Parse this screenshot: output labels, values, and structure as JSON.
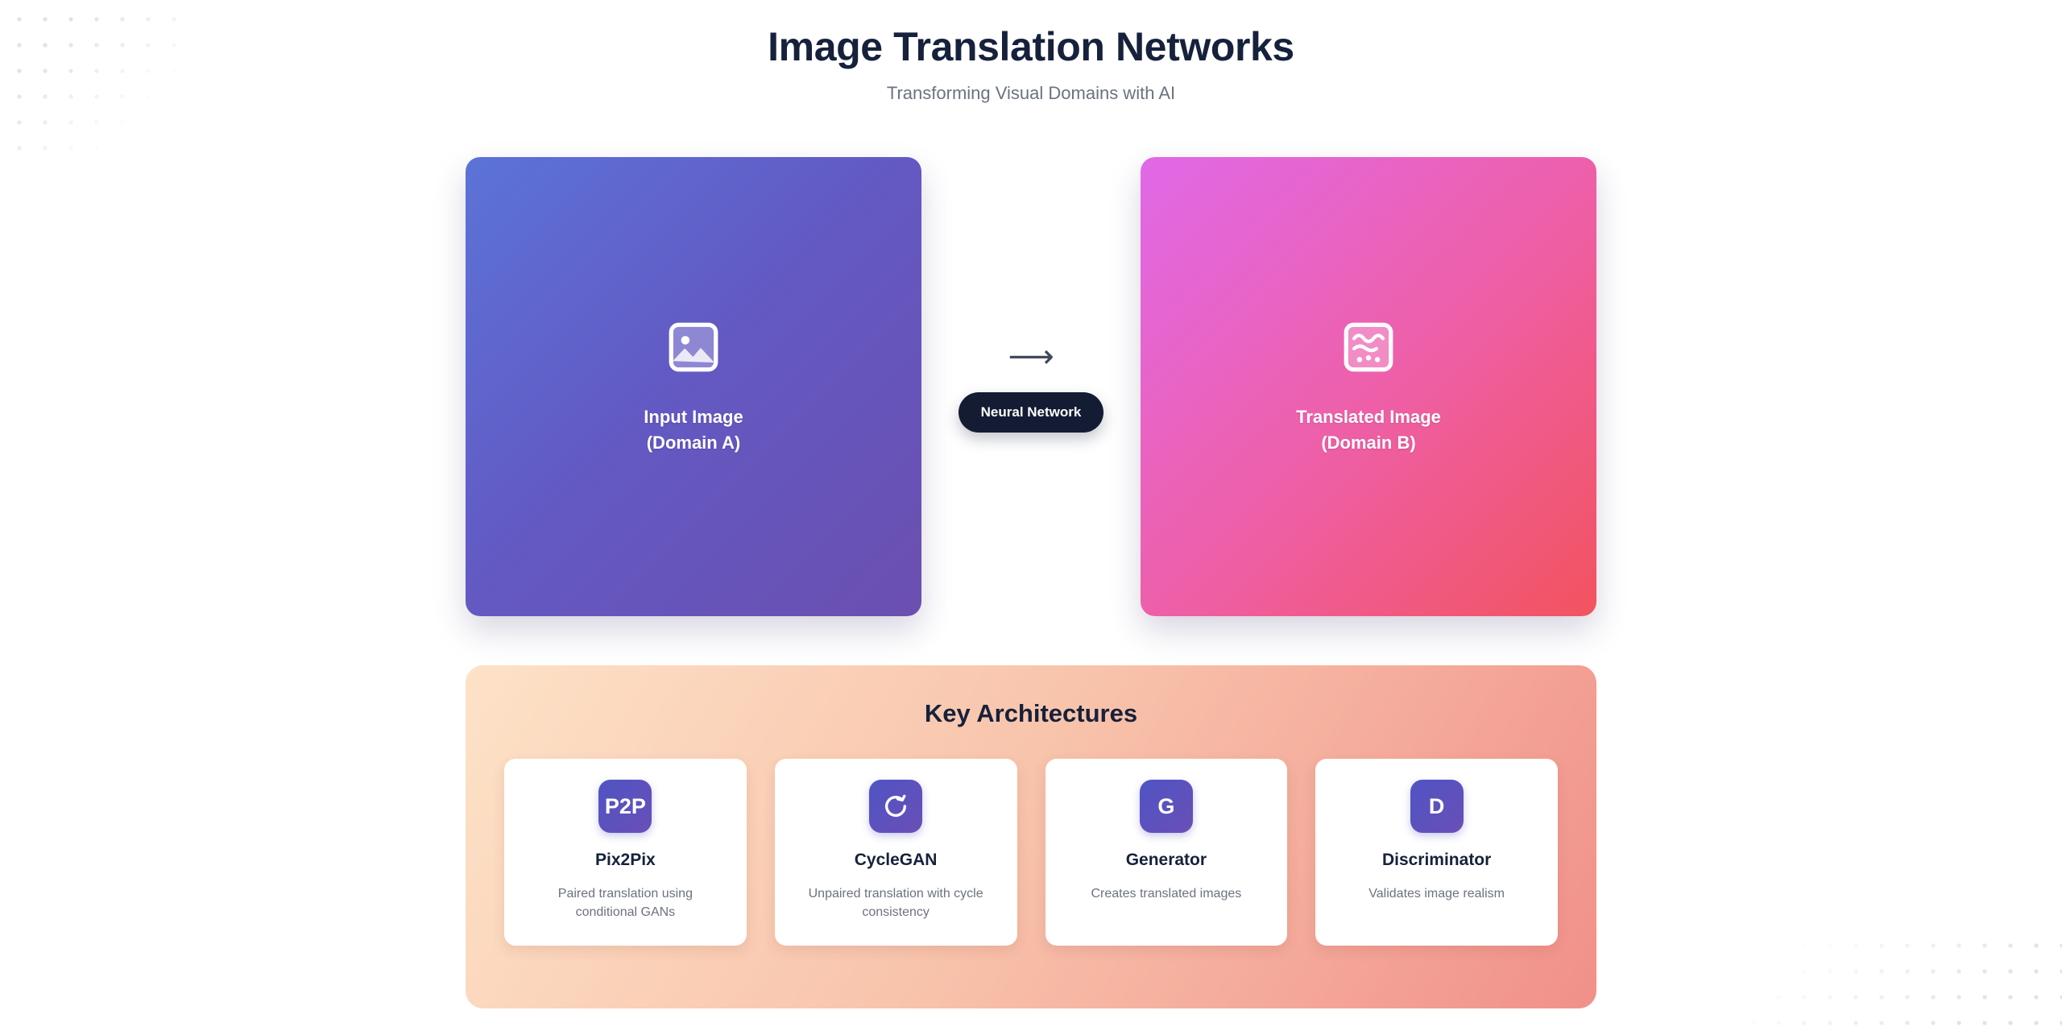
{
  "header": {
    "title": "Image Translation Networks",
    "subtitle": "Transforming Visual Domains with AI"
  },
  "translation": {
    "input_card": {
      "icon": "image-icon",
      "label_line1": "Input Image",
      "label_line2": "(Domain A)",
      "gradient_from": "#5b73d8",
      "gradient_to": "#6b4fb0"
    },
    "connector": {
      "arrow": "⟶",
      "badge_label": "Neural Network",
      "badge_color": "#131c33"
    },
    "output_card": {
      "icon": "translated-image-icon",
      "label_line1": "Translated Image",
      "label_line2": "(Domain B)",
      "gradient_from": "#e069e8",
      "gradient_to": "#f2535f"
    }
  },
  "architectures": {
    "title": "Key Architectures",
    "panel_gradient_from": "#fde2c7",
    "panel_gradient_to": "#f19089",
    "badge_gradient_from": "#4f54c4",
    "badge_gradient_to": "#6a4fb6",
    "cards": [
      {
        "badge_text": "P2P",
        "badge_icon": "p2p-text-badge",
        "name": "Pix2Pix",
        "description": "Paired translation using conditional GANs"
      },
      {
        "badge_text": "",
        "badge_icon": "cycle-arrow-icon",
        "name": "CycleGAN",
        "description": "Unpaired translation with cycle consistency"
      },
      {
        "badge_text": "G",
        "badge_icon": "g-text-badge",
        "name": "Generator",
        "description": "Creates translated images"
      },
      {
        "badge_text": "D",
        "badge_icon": "d-text-badge",
        "name": "Discriminator",
        "description": "Validates image realism"
      }
    ]
  },
  "decor": {
    "dot_color": "#e3e3e5"
  }
}
